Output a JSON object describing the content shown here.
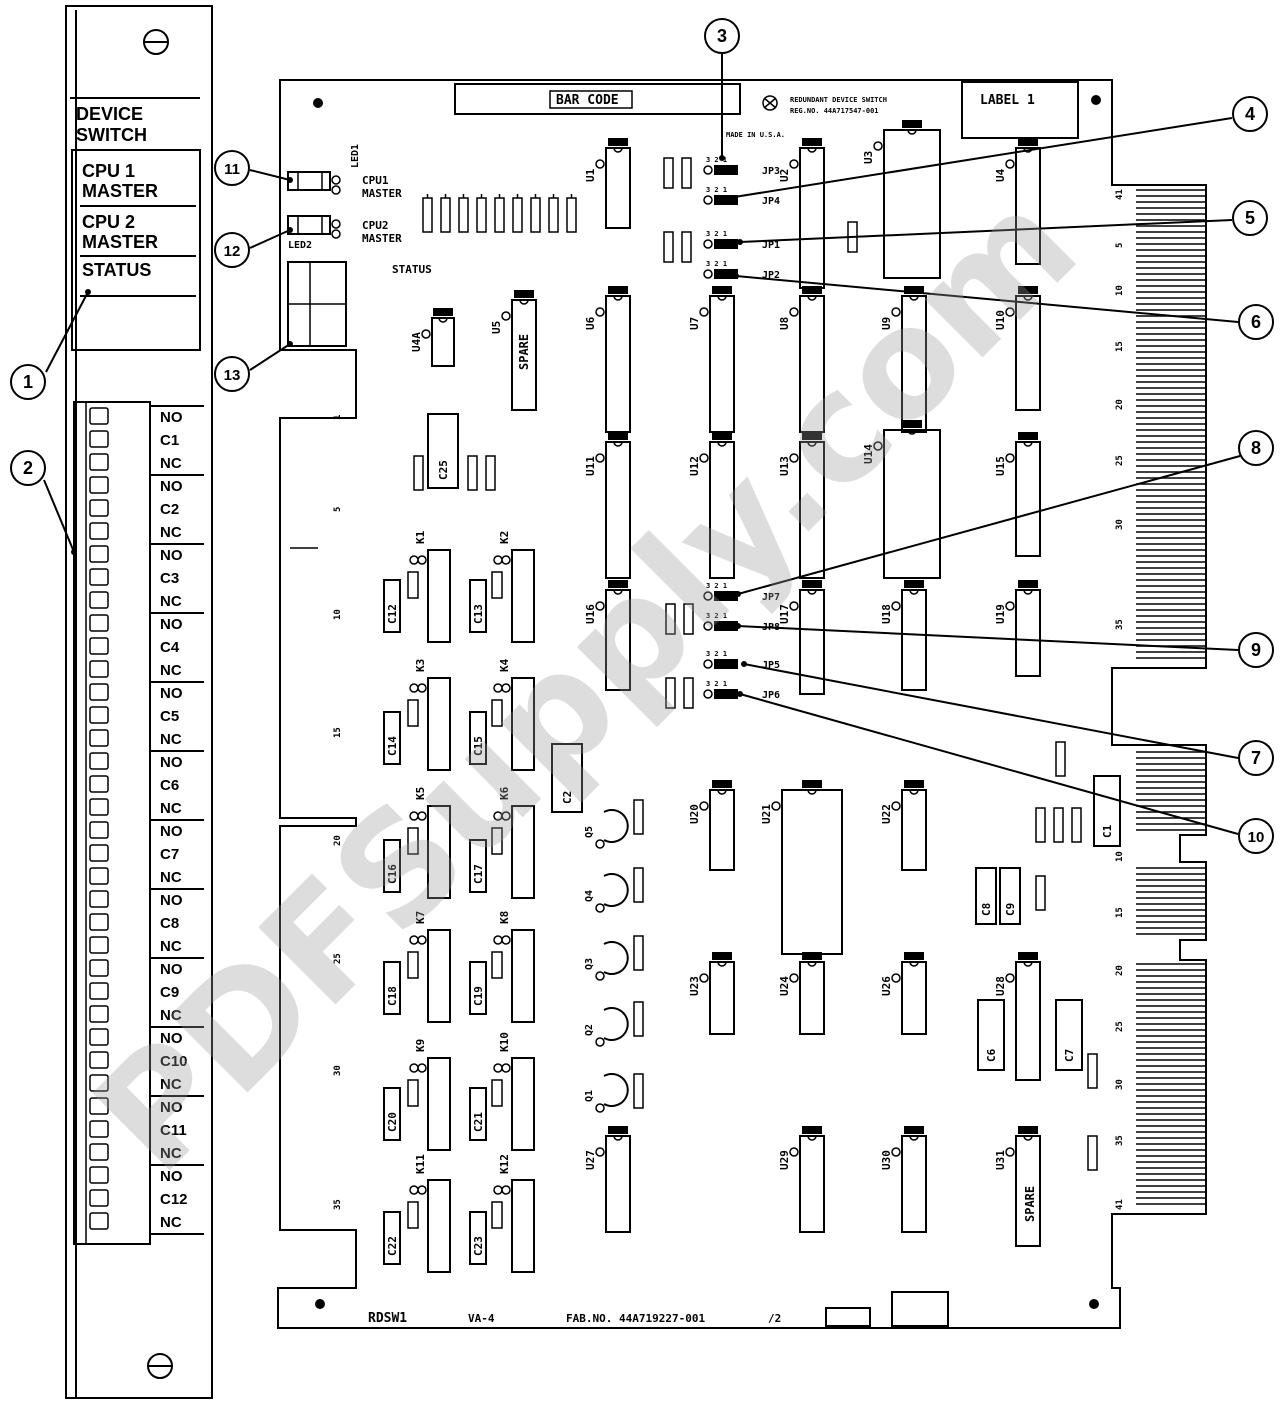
{
  "panel": {
    "headings": [
      "DEVICE",
      "SWITCH",
      "CPU 1",
      "MASTER",
      "CPU 2",
      "MASTER",
      "STATUS"
    ],
    "terminal_labels": [
      "NO",
      "C1",
      "NC",
      "NO",
      "C2",
      "NC",
      "NO",
      "C3",
      "NC",
      "NO",
      "C4",
      "NC",
      "NO",
      "C5",
      "NC",
      "NO",
      "C6",
      "NC",
      "NO",
      "C7",
      "NC",
      "NO",
      "C8",
      "NC",
      "NO",
      "C9",
      "NC",
      "NO",
      "C10",
      "NC",
      "NO",
      "C11",
      "NC",
      "NO",
      "C12",
      "NC"
    ]
  },
  "board": {
    "bar_code": "BAR CODE",
    "label": "LABEL 1",
    "title_line1": "REDUNDANT DEVICE SWITCH",
    "title_line2": "REG.NO. 44A717547-001",
    "made_in": "MADE IN U.S.A.",
    "led1": "LED1",
    "led2": "LED2",
    "cpu1_master": [
      "CPU1",
      "MASTER"
    ],
    "cpu2_master": [
      "CPU2",
      "MASTER"
    ],
    "status": "STATUS",
    "spare": "SPARE",
    "footer": {
      "name": "RDSW1",
      "rev": "VA-4",
      "fab": "FAB.NO. 44A719227-001",
      "sheet": "/2"
    },
    "jumpers": [
      "JP3",
      "JP4",
      "JP1",
      "JP2",
      "JP7",
      "JP8",
      "JP5",
      "JP6"
    ],
    "pin_markings": [
      "3 2 1"
    ],
    "chips": [
      "U1",
      "U2",
      "U3",
      "U4",
      "U4A",
      "U5",
      "U6",
      "U7",
      "U8",
      "U9",
      "U10",
      "U11",
      "U12",
      "U13",
      "U14",
      "U15",
      "U16",
      "U17",
      "U18",
      "U19",
      "U20",
      "U21",
      "U22",
      "U23",
      "U24",
      "U26",
      "U28",
      "U27",
      "U29",
      "U30",
      "U31"
    ],
    "relays": [
      "K1",
      "K2",
      "K3",
      "K4",
      "K5",
      "K6",
      "K7",
      "K8",
      "K9",
      "K10",
      "K11",
      "K12"
    ],
    "capacitors": [
      "C25",
      "C12",
      "C13",
      "C14",
      "C15",
      "C16",
      "C17",
      "C18",
      "C19",
      "C20",
      "C21",
      "C22",
      "C23",
      "C2",
      "C1",
      "C8",
      "C9",
      "C6",
      "C7"
    ],
    "transistors": [
      "Q5",
      "Q4",
      "Q3",
      "Q2",
      "Q1"
    ],
    "edge_numbers": [
      "1",
      "5",
      "10",
      "15",
      "20",
      "25",
      "30",
      "35",
      "41",
      "5",
      "10",
      "15",
      "20",
      "25",
      "30",
      "35",
      "41",
      "10",
      "15",
      "20",
      "25",
      "30",
      "35",
      "41",
      "5"
    ]
  },
  "callouts": [
    "1",
    "2",
    "3",
    "4",
    "5",
    "6",
    "7",
    "8",
    "9",
    "10",
    "11",
    "12",
    "13"
  ],
  "watermark": "PDFSupply.com"
}
